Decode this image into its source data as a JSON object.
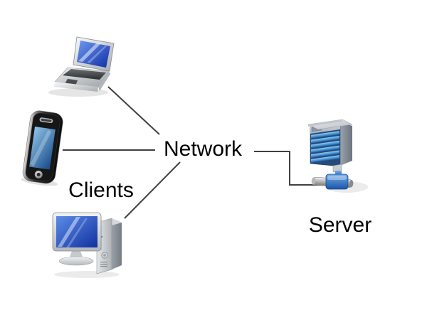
{
  "labels": {
    "network": "Network",
    "clients": "Clients",
    "server": "Server"
  },
  "colors": {
    "background": "#ffffff",
    "line": "#404040",
    "text": "#000000",
    "screen_blue": "#2753c9",
    "server_slat_blue": "#2f7bc4",
    "device_silver": "#c0c4c8"
  },
  "nodes": [
    {
      "id": "laptop",
      "type": "client",
      "icon": "laptop-icon"
    },
    {
      "id": "smartphone",
      "type": "client",
      "icon": "smartphone-icon"
    },
    {
      "id": "desktop",
      "type": "client",
      "icon": "desktop-computer-icon"
    },
    {
      "id": "server",
      "type": "server",
      "icon": "server-icon"
    }
  ],
  "connections": [
    {
      "from": "laptop",
      "to": "network",
      "shape": "diagonal"
    },
    {
      "from": "smartphone",
      "to": "network",
      "shape": "horizontal"
    },
    {
      "from": "desktop",
      "to": "network",
      "shape": "diagonal"
    },
    {
      "from": "network",
      "to": "server",
      "shape": "elbow"
    }
  ]
}
